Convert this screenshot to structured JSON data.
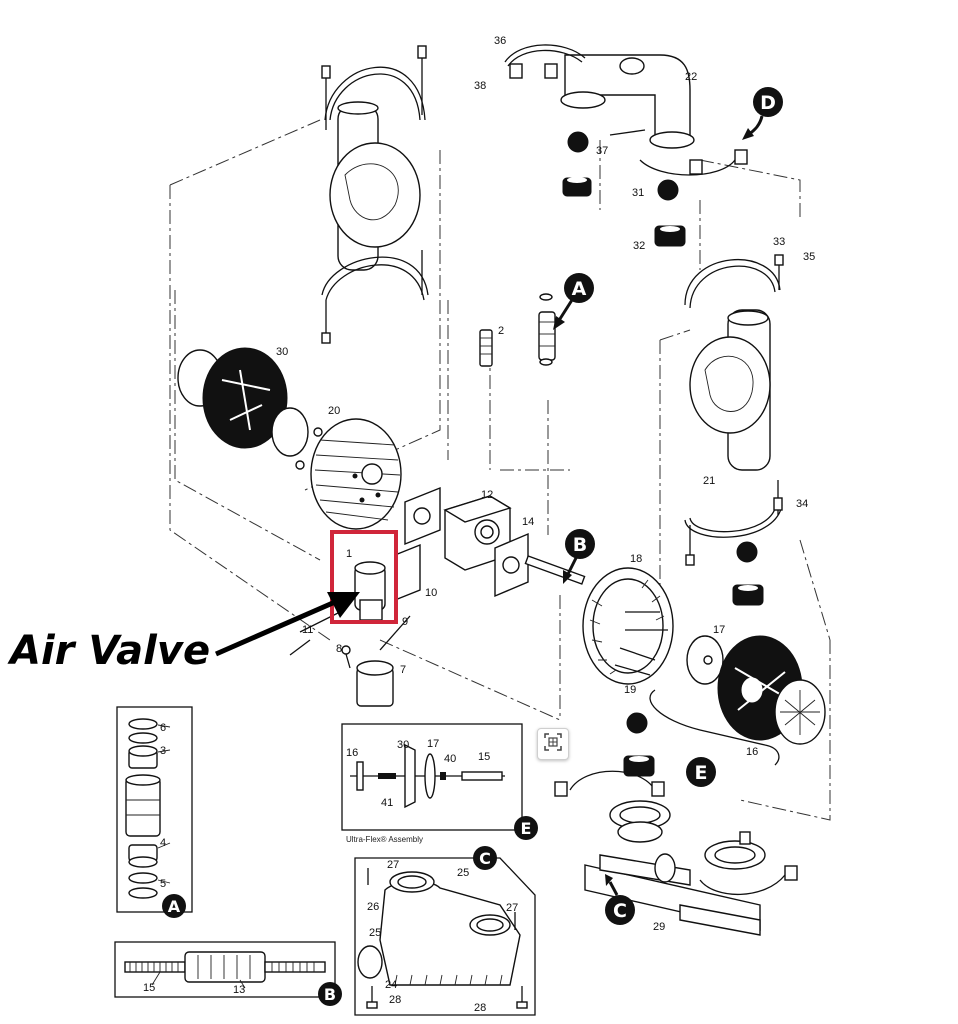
{
  "callout": {
    "label": "Air Valve"
  },
  "bubbles": {
    "A": "A",
    "B": "B",
    "C": "C",
    "D": "D",
    "E": "E"
  },
  "insets": {
    "ultraflex_caption": "Ultra-Flex® Assembly"
  },
  "part_numbers": {
    "p1": "1",
    "p2": "2",
    "p3": "3",
    "p4": "4",
    "p5": "5",
    "p6": "6",
    "p7": "7",
    "p8": "8",
    "p9": "9",
    "p10": "10",
    "p11": "11",
    "p12": "12",
    "p13": "13",
    "p14": "14",
    "p15": "15",
    "p16": "16",
    "p17": "17",
    "p18": "18",
    "p19": "19",
    "p20": "20",
    "p21": "21",
    "p22": "22",
    "p24": "24",
    "p25": "25",
    "p26": "26",
    "p27": "27",
    "p28": "28",
    "p29": "29",
    "p30": "30",
    "p31": "31",
    "p32": "32",
    "p33": "33",
    "p34": "34",
    "p35": "35",
    "p36": "36",
    "p37": "37",
    "p38": "38",
    "p40": "40",
    "p41": "41"
  },
  "colors": {
    "highlight": "#d0263a",
    "ink": "#111111",
    "bubble_fill": "#111111"
  },
  "icons": {
    "scan_button": "scan-icon"
  }
}
